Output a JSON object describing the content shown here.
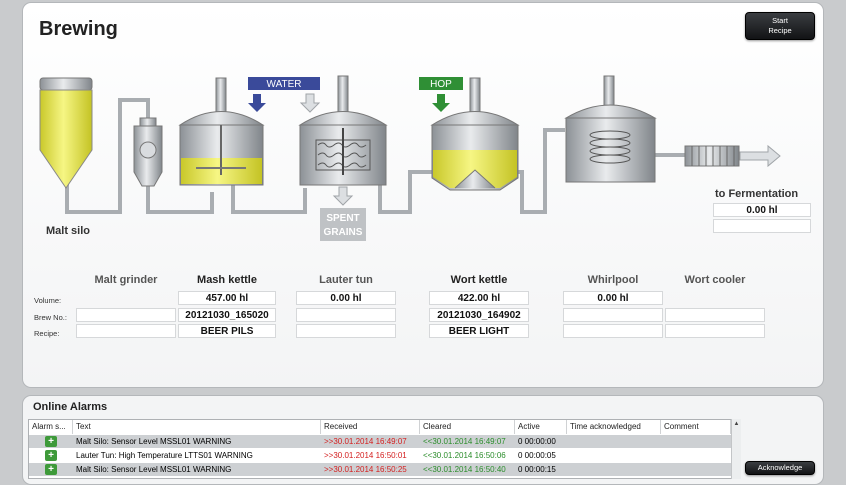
{
  "header": {
    "title": "Brewing",
    "start_recipe": "Start Recipe"
  },
  "diagram": {
    "water_label": "WATER",
    "hop_label": "HOP",
    "spent_grains_line1": "SPENT",
    "spent_grains_line2": "GRAINS",
    "malt_silo_label": "Malt silo",
    "to_fermentation_label": "to Fermentation",
    "to_fermentation_value": "0.00 hl",
    "colors": {
      "water": "#3a4a9a",
      "hop": "#2f8f35",
      "liquid": "#e6e640",
      "steel": "#b9bdc1"
    }
  },
  "row_labels": {
    "volume": "Volume:",
    "brew_no": "Brew No.:",
    "recipe": "Recipe:"
  },
  "units": [
    {
      "name": "Malt grinder",
      "volume": "",
      "brew_no": "",
      "recipe": ""
    },
    {
      "name": "Mash kettle",
      "volume": "457.00 hl",
      "brew_no": "20121030_165020",
      "recipe": "BEER PILS"
    },
    {
      "name": "Lauter tun",
      "volume": "0.00 hl",
      "brew_no": "",
      "recipe": ""
    },
    {
      "name": "Wort kettle",
      "volume": "422.00 hl",
      "brew_no": "20121030_164902",
      "recipe": "BEER LIGHT"
    },
    {
      "name": "Whirlpool",
      "volume": "0.00 hl",
      "brew_no": "",
      "recipe": ""
    },
    {
      "name": "Wort cooler",
      "volume": "",
      "brew_no": "",
      "recipe": ""
    }
  ],
  "alarms": {
    "title": "Online Alarms",
    "acknowledge": "Acknowledge",
    "columns": [
      "Alarm s...",
      "Text",
      "Received",
      "Cleared",
      "Active",
      "Time acknowledged",
      "Comment"
    ],
    "rows": [
      {
        "text": "Malt Silo: Sensor Level MSSL01 WARNING",
        "received": ">>30.01.2014 16:49:07",
        "cleared": "<<30.01.2014 16:49:07",
        "active": "0 00:00:00",
        "ack": "",
        "comment": ""
      },
      {
        "text": "Lauter Tun: High Temperature LTTS01 WARNING",
        "received": ">>30.01.2014 16:50:01",
        "cleared": "<<30.01.2014 16:50:06",
        "active": "0 00:00:05",
        "ack": "",
        "comment": ""
      },
      {
        "text": "Malt Silo: Sensor Level MSSL01 WARNING",
        "received": ">>30.01.2014 16:50:25",
        "cleared": "<<30.01.2014 16:50:40",
        "active": "0 00:00:15",
        "ack": "",
        "comment": ""
      }
    ]
  }
}
